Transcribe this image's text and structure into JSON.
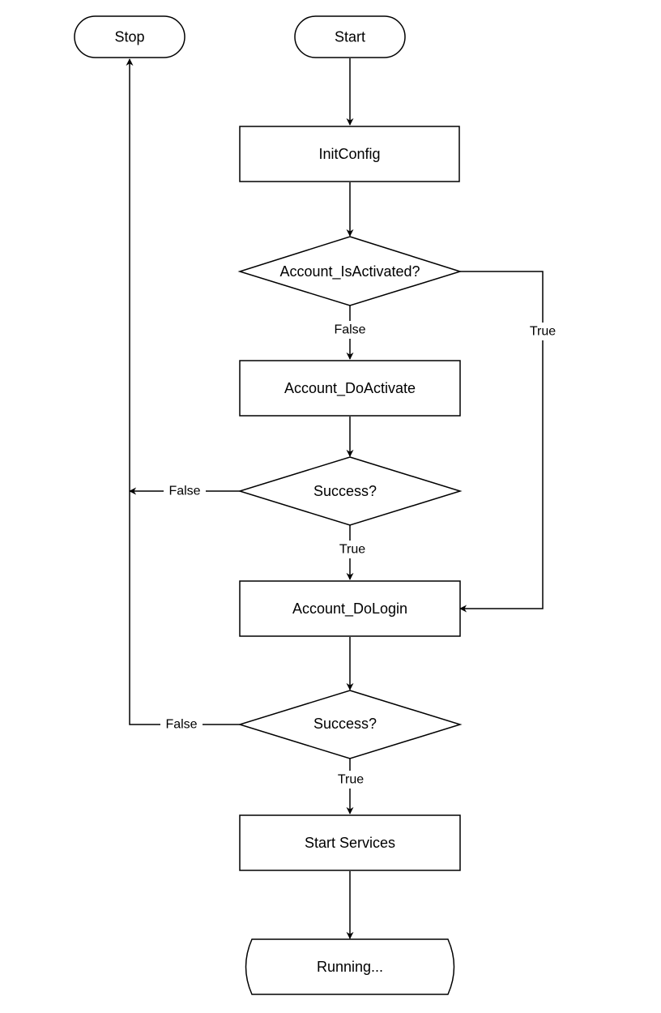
{
  "nodes": {
    "stop": "Stop",
    "start": "Start",
    "init_config": "InitConfig",
    "is_activated": "Account_IsActivated?",
    "do_activate": "Account_DoActivate",
    "success_1": "Success?",
    "do_login": "Account_DoLogin",
    "success_2": "Success?",
    "start_services": "Start Services",
    "running": "Running..."
  },
  "edge_labels": {
    "is_activated_false": "False",
    "is_activated_true": "True",
    "success_1_false": "False",
    "success_1_true": "True",
    "success_2_false": "False",
    "success_2_true": "True"
  },
  "colors": {
    "stroke": "#000000",
    "fill": "#ffffff",
    "text": "#000000"
  }
}
